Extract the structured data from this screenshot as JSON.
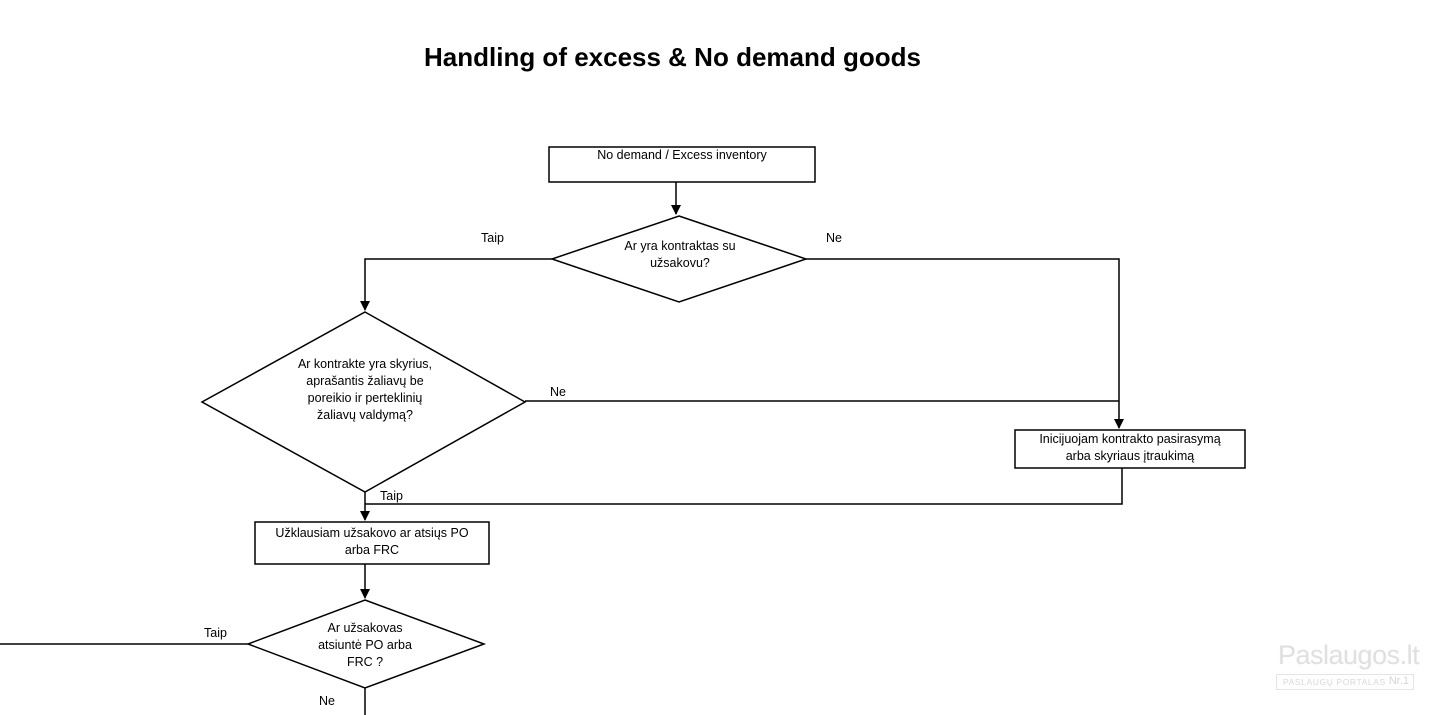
{
  "title": "Handling of excess & No demand goods",
  "nodes": {
    "start": "No demand / Excess inventory",
    "contract_question": "Ar yra kontraktas su\nužsakovu?",
    "section_question": "Ar kontrakte yra skyrius,\naprašantis žaliavų be\nporeikio ir perteklinių\nžaliavų valdymą?",
    "initiate_contract": "Inicijuojam kontrakto pasirasymą\narba skyriaus įtraukimą",
    "ask_customer": "Užklausiam užsakovo ar atsiųs PO\narba FRC",
    "po_question": "Ar užsakovas\natsiuntė PO arba\nFRC ?"
  },
  "edge_labels": {
    "contract_yes": "Taip",
    "contract_no": "Ne",
    "section_no": "Ne",
    "section_yes": "Taip",
    "po_yes": "Taip",
    "po_no": "Ne"
  },
  "watermark": {
    "brand": "Paslaugos.lt",
    "subtitle": "PASLAUGŲ PORTALAS",
    "rank": "Nr.1"
  }
}
